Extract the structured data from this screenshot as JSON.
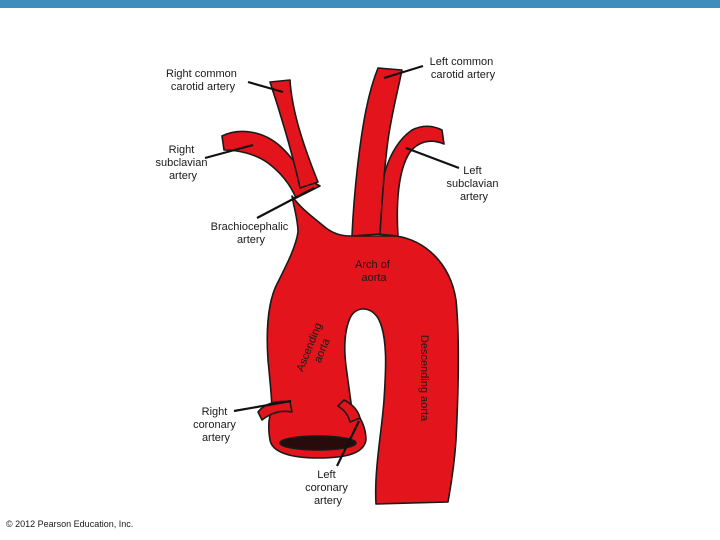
{
  "labels": {
    "right_common_carotid": [
      "Right common",
      "carotid artery"
    ],
    "left_common_carotid": [
      "Left common",
      "carotid artery"
    ],
    "right_subclavian": [
      "Right",
      "subclavian",
      "artery"
    ],
    "left_subclavian": [
      "Left",
      "subclavian",
      "artery"
    ],
    "brachiocephalic": [
      "Brachiocephalic",
      "artery"
    ],
    "arch_of_aorta": [
      "Arch of",
      "aorta"
    ],
    "ascending_aorta": [
      "Ascending",
      "aorta"
    ],
    "descending_aorta": "Descending aorta",
    "right_coronary": [
      "Right",
      "coronary",
      "artery"
    ],
    "left_coronary": [
      "Left",
      "coronary",
      "artery"
    ]
  },
  "copyright": "© 2012 Pearson Education, Inc.",
  "colors": {
    "vessel_fill": "#e3141b",
    "vessel_outline": "#1a1a1a",
    "header_bar": "#3f8dbb"
  }
}
